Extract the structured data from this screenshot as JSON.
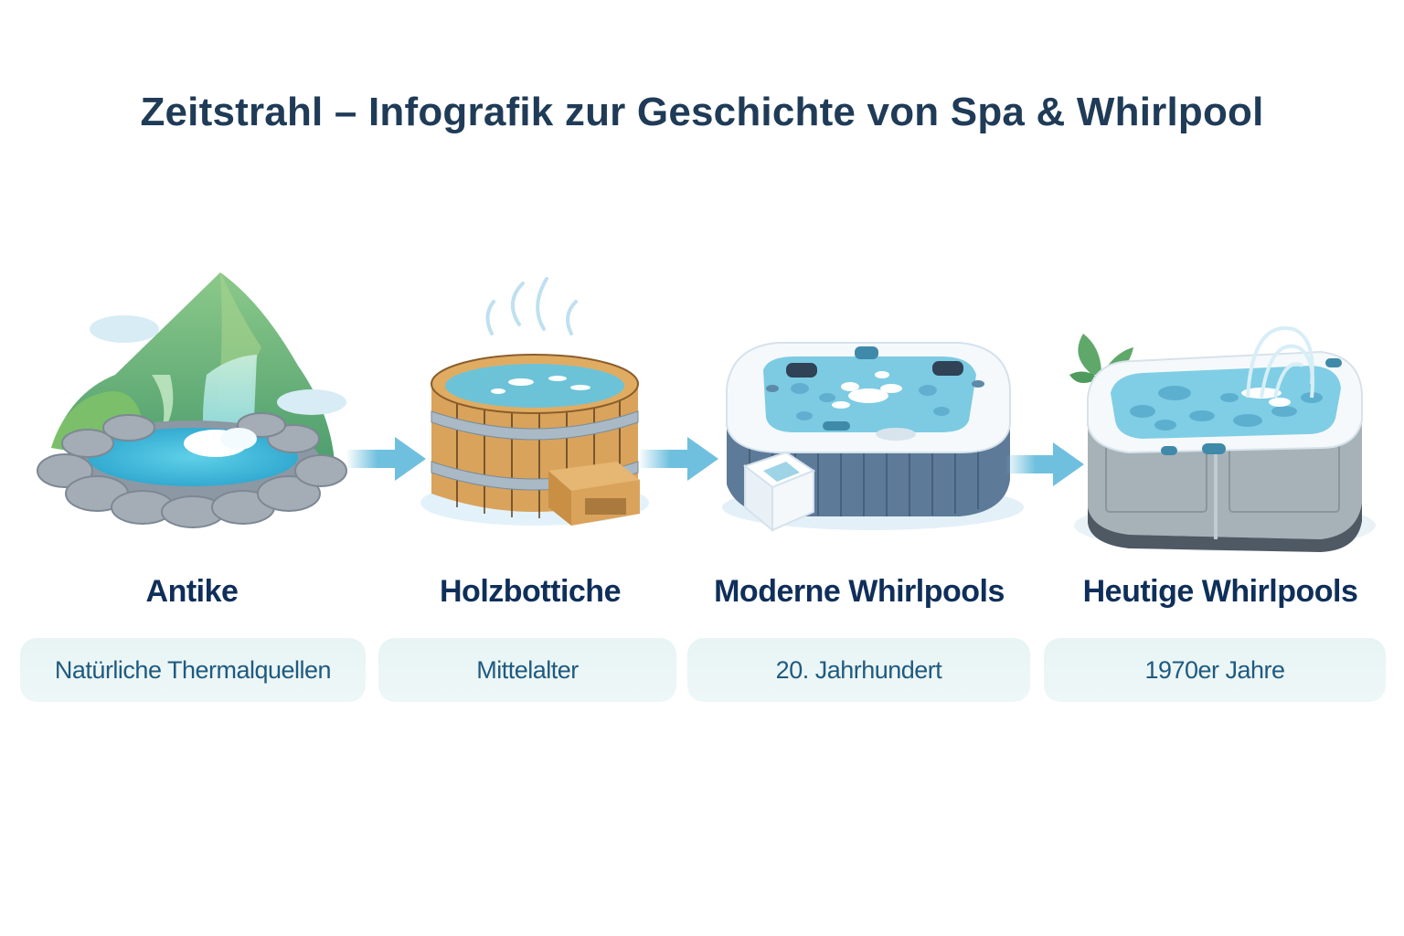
{
  "title": "Zeitstrahl – Infografik zur Geschichte von Spa & Whirlpool",
  "stages": [
    {
      "name": "Antike",
      "period": "Natürliche Thermalquellen",
      "icon": "thermal-spring-icon"
    },
    {
      "name": "Holzbottiche",
      "period": "Mittelalter",
      "icon": "wooden-tub-icon"
    },
    {
      "name": "Moderne Whirlpools",
      "period": "20. Jahrhundert",
      "icon": "modern-whirlpool-icon"
    },
    {
      "name": "Heutige Whirlpools",
      "period": "1970er Jahre",
      "icon": "todays-whirlpool-icon"
    }
  ],
  "colors": {
    "title": "#1f3b57",
    "stage_title": "#0f2f5a",
    "pill_bg": "#e8f4f4",
    "pill_text": "#1f5a80",
    "arrow": "#6fc0de"
  }
}
